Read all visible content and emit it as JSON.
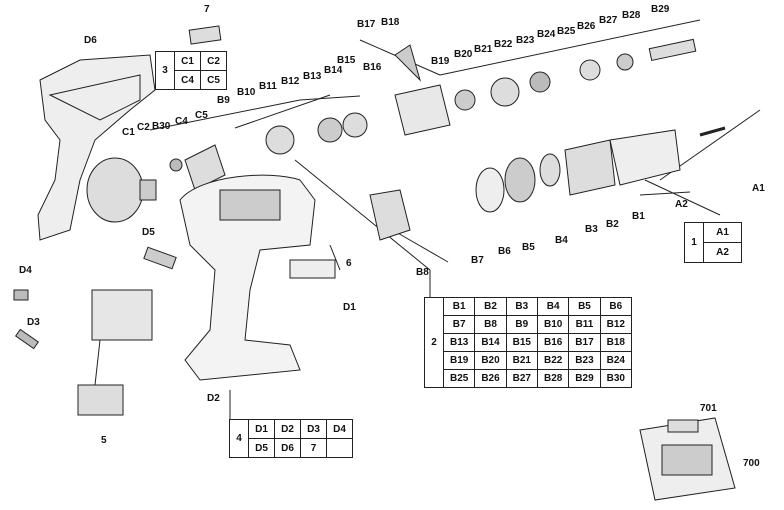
{
  "callouts": {
    "a1": "A1",
    "a2": "A2",
    "b1": "B1",
    "b2": "B2",
    "b3": "B3",
    "b4": "B4",
    "b5": "B5",
    "b6": "B6",
    "b7": "B7",
    "b8": "B8",
    "b9": "B9",
    "b10": "B10",
    "b11": "B11",
    "b12": "B12",
    "b13": "B13",
    "b14": "B14",
    "b15": "B15",
    "b16": "B16",
    "b17": "B17",
    "b18": "B18",
    "b19": "B19",
    "b20": "B20",
    "b21": "B21",
    "b22": "B22",
    "b23": "B23",
    "b24": "B24",
    "b25": "B25",
    "b26": "B26",
    "b27": "B27",
    "b28": "B28",
    "b29": "B29",
    "b30": "B30",
    "c1": "C1",
    "c2": "C2",
    "c4": "C4",
    "c5": "C5",
    "d1": "D1",
    "d2": "D2",
    "d3": "D3",
    "d4": "D4",
    "d5": "D5",
    "d6": "D6",
    "n5": "5",
    "n6": "6",
    "n7": "7",
    "n700": "700",
    "n701": "701"
  },
  "group1": {
    "id": "1",
    "rows": [
      [
        "A1"
      ],
      [
        "A2"
      ]
    ]
  },
  "group2": {
    "id": "2",
    "rows": [
      [
        "B1",
        "B2",
        "B3",
        "B4",
        "B5",
        "B6"
      ],
      [
        "B7",
        "B8",
        "B9",
        "B10",
        "B11",
        "B12"
      ],
      [
        "B13",
        "B14",
        "B15",
        "B16",
        "B17",
        "B18"
      ],
      [
        "B19",
        "B20",
        "B21",
        "B22",
        "B23",
        "B24"
      ],
      [
        "B25",
        "B26",
        "B27",
        "B28",
        "B29",
        "B30"
      ]
    ]
  },
  "group3": {
    "id": "3",
    "rows": [
      [
        "C1",
        "C2"
      ],
      [
        "C4",
        "C5"
      ]
    ]
  },
  "group4": {
    "id": "4",
    "rows": [
      [
        "D1",
        "D2",
        "D3",
        "D4"
      ],
      [
        "D5",
        "D6",
        "7",
        ""
      ]
    ]
  }
}
